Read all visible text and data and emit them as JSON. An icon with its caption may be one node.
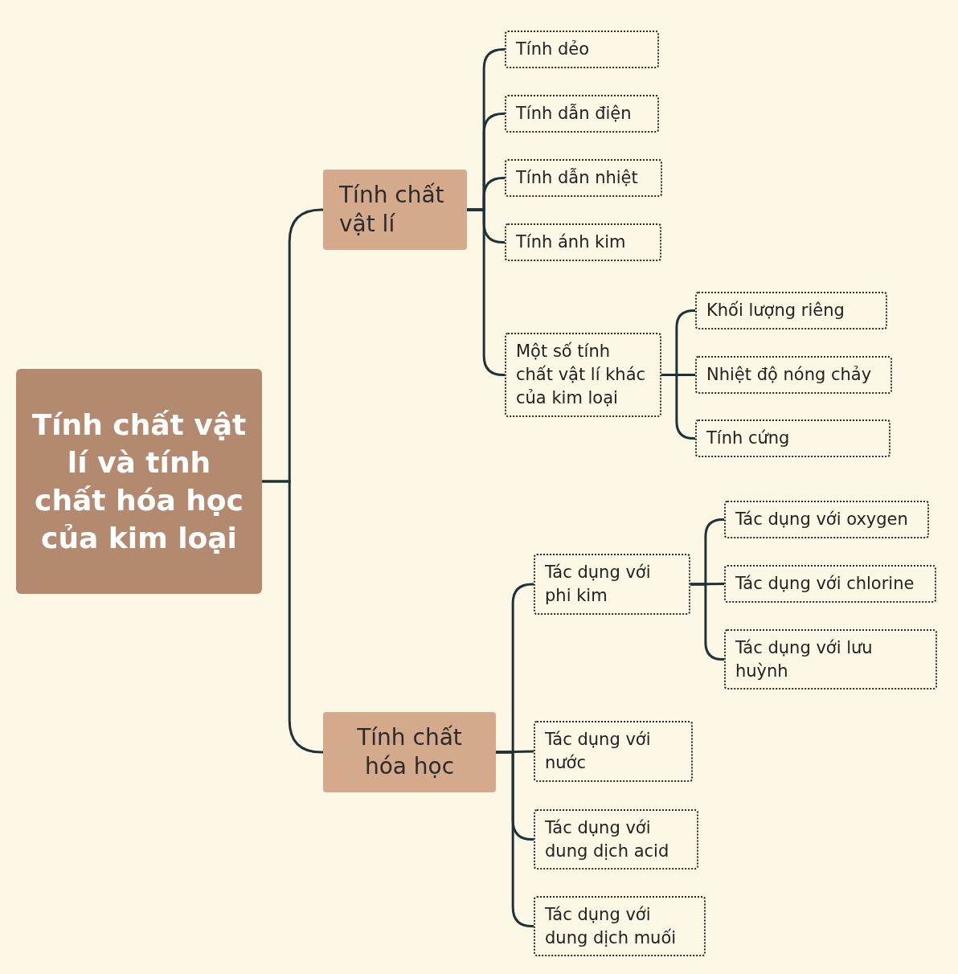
{
  "diagram": {
    "nodes": [
      {
        "text": [
          "Tính chất vật lí và tính chất hóa học của kim loại"
        ]
      },
      {
        "text": [
          "Tính chất vật lí"
        ]
      },
      {
        "text": [
          "Tính dẻo"
        ]
      },
      {
        "text": [
          "Tính dẫn điện"
        ]
      },
      {
        "text": [
          "Tính dẫn nhiệt"
        ]
      },
      {
        "text": [
          "Tính ánh kim"
        ]
      },
      {
        "text": [
          "Một số tính chất vật lí khác của kim loại"
        ]
      },
      {
        "text": [
          "Khối lượng riêng"
        ]
      },
      {
        "text": [
          "Nhiệt độ nóng chảy"
        ]
      },
      {
        "text": [
          "Tính cứng"
        ]
      },
      {
        "text": [
          "Tính chất hóa học"
        ]
      },
      {
        "text": [
          "Tác dụng với phi kim"
        ]
      },
      {
        "text": [
          "Tác dụng với oxygen"
        ]
      },
      {
        "text": [
          "Tác dụng với chlorine"
        ]
      },
      {
        "text": [
          "Tác dụng với lưu huỳnh"
        ]
      },
      {
        "text": [
          "Tác dụng với nước"
        ]
      },
      {
        "text": [
          "Tác dụng với dung dịch acid"
        ]
      },
      {
        "text": [
          "Tác dụng với dung dịch muối"
        ]
      }
    ],
    "edges": [
      {
        "from": 0,
        "to": 1,
        "arrow": "none"
      },
      {
        "from": 0,
        "to": 10,
        "arrow": "none"
      },
      {
        "from": 1,
        "to": 2,
        "arrow": "none"
      },
      {
        "from": 1,
        "to": 3,
        "arrow": "none"
      },
      {
        "from": 1,
        "to": 4,
        "arrow": "none"
      },
      {
        "from": 1,
        "to": 5,
        "arrow": "none"
      },
      {
        "from": 1,
        "to": 6,
        "arrow": "none"
      },
      {
        "from": 6,
        "to": 7,
        "arrow": "none"
      },
      {
        "from": 6,
        "to": 8,
        "arrow": "none"
      },
      {
        "from": 6,
        "to": 9,
        "arrow": "none"
      },
      {
        "from": 10,
        "to": 11,
        "arrow": "none"
      },
      {
        "from": 10,
        "to": 15,
        "arrow": "none"
      },
      {
        "from": 10,
        "to": 16,
        "arrow": "none"
      },
      {
        "from": 10,
        "to": 17,
        "arrow": "none"
      },
      {
        "from": 11,
        "to": 12,
        "arrow": "none"
      },
      {
        "from": 11,
        "to": 13,
        "arrow": "none"
      },
      {
        "from": 11,
        "to": 14,
        "arrow": "none"
      }
    ]
  }
}
